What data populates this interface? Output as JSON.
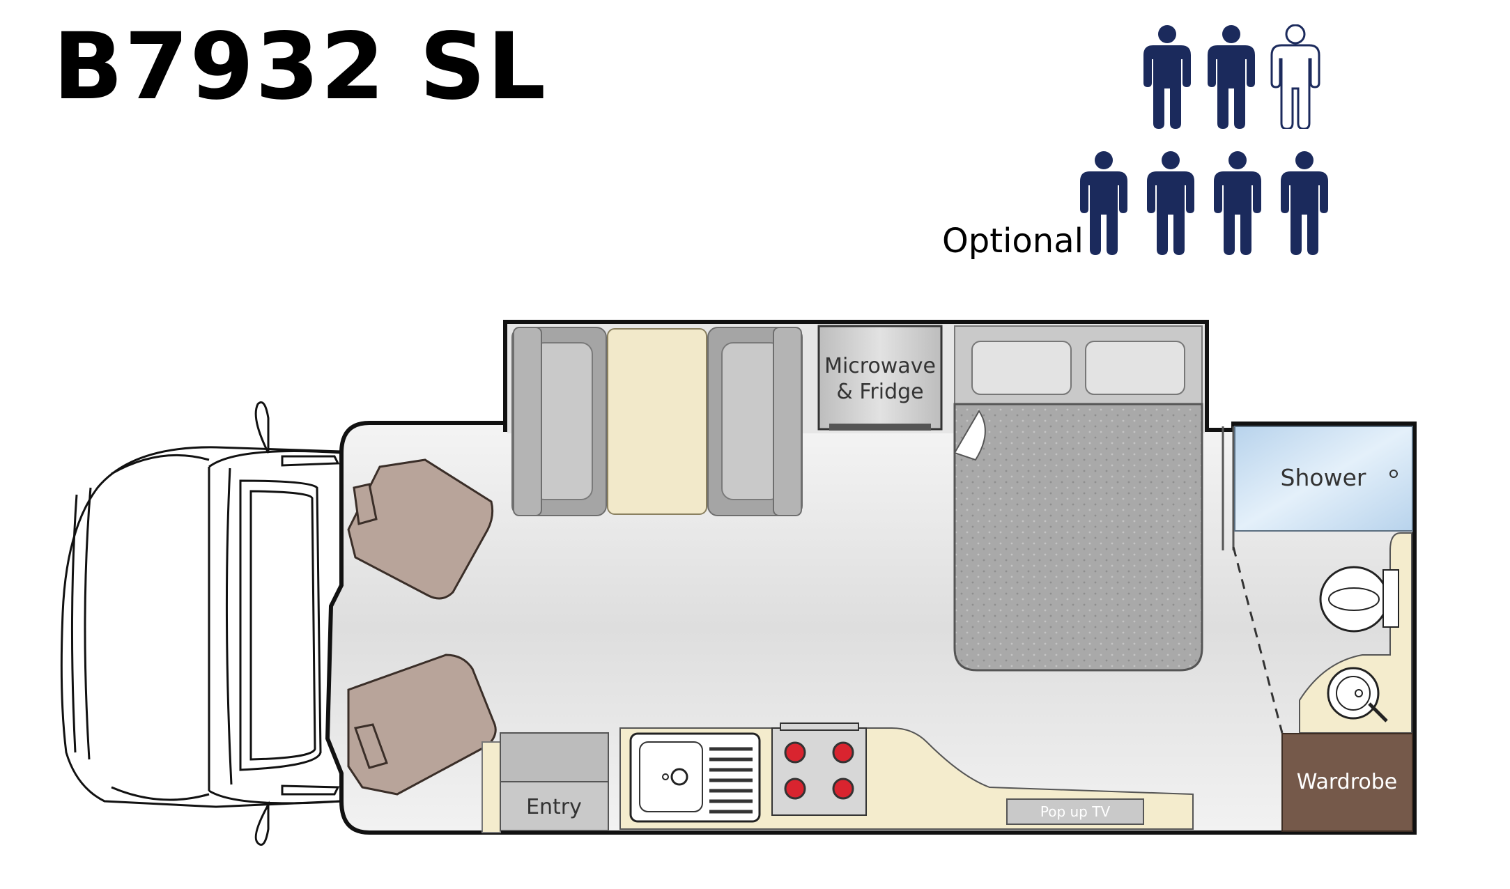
{
  "model": {
    "name": "B7932 SL"
  },
  "capacity": {
    "optional_label": "Optional",
    "travel_filled": 2,
    "travel_outline": 1,
    "sleeping": 4
  },
  "colors": {
    "person_fill": "#1b2a5c",
    "dinette_table": "#f2e9ca",
    "seat_brown": "#b8a49a",
    "wardrobe": "#75594a",
    "shower": "#c6ddf0",
    "counter": "#f4eccd",
    "floor": "#e3e3e3",
    "burner": "#d9242f"
  },
  "floorplan": {
    "labels": {
      "microwave_line1": "Microwave",
      "microwave_line2": "& Fridge",
      "shower": "Shower",
      "wardrobe": "Wardrobe",
      "entry": "Entry",
      "tv": "Pop up TV"
    }
  }
}
